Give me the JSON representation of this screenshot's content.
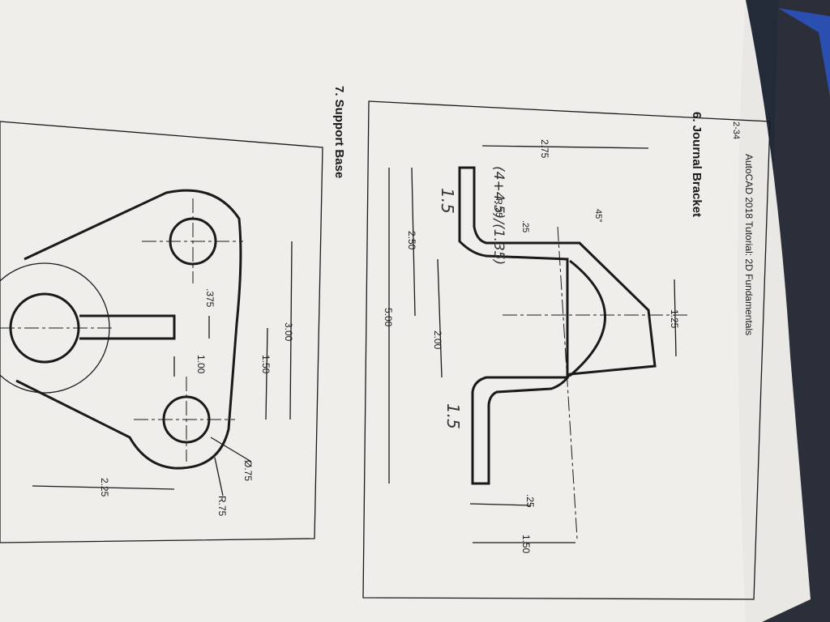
{
  "page_header": {
    "page_number": "2-34",
    "running_title": "AutoCAD 2018 Tutorial: 2D Fundamentals"
  },
  "exercise_6": {
    "title": "6.  Journal Bracket",
    "dimensions": {
      "overall_width": "5.00",
      "inner_width": "2.50",
      "slot_width": "2.00",
      "height": "2.75",
      "top_width": "1.25",
      "base_thickness": ".25",
      "base_height": "1.50",
      "fillet_gap": ".25",
      "fillet_radius": "R.25",
      "angle": "45°"
    },
    "handwritten": {
      "formula": "(4+4.5)/(1.35)",
      "left_note": "1.5",
      "right_note": "1.5"
    }
  },
  "exercise_7": {
    "title": "7.  Support Base",
    "dimensions": {
      "overall_height": "3.00",
      "hole_spacing": "1.50",
      "slot_length": "1.00",
      "slot_width": ".375",
      "hole_diameter": "Ø.75",
      "corner_radius": "R.75",
      "offset": "2.25"
    }
  }
}
